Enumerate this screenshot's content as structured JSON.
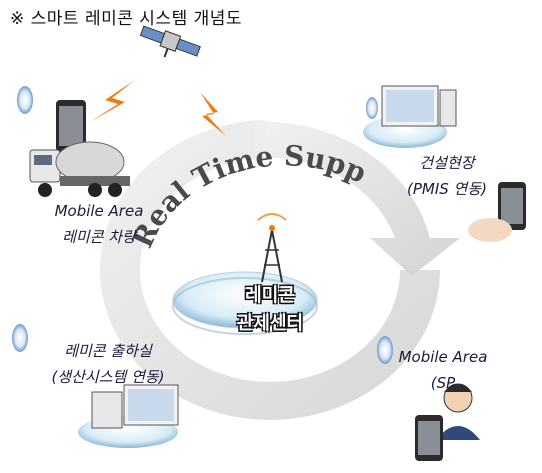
{
  "title": "※ 스마트 레미콘 시스템 개념도",
  "ring_text": [
    "Real",
    "Time",
    "Supp"
  ],
  "center": {
    "line1": "레미콘",
    "line2": "관제센터"
  },
  "nodes": {
    "truck": {
      "line1": "Mobile Area",
      "line2": "레미콘 차량"
    },
    "site": {
      "line1": "건설현장",
      "line2": "(PMIS 연동)"
    },
    "plant": {
      "line1": "레미콘 출하실",
      "line2": "(생산시스템 연동)"
    },
    "mobile": {
      "line1": "Mobile Area",
      "line2": "(SP"
    }
  },
  "icons": [
    "satellite-icon",
    "lightning-icon",
    "phone-icon",
    "truck-icon",
    "monitor-icon",
    "tower-icon",
    "person-icon"
  ],
  "colors": {
    "ring": "#d9d9d9",
    "arrow": "#c9c9c9",
    "lightning": "#f07a12",
    "oval": "#7fa6d8",
    "text": "#1b1b3a"
  }
}
